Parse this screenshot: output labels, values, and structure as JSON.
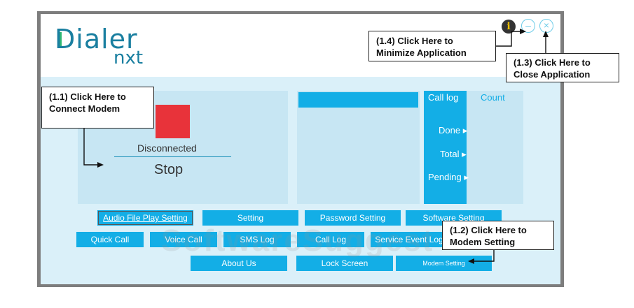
{
  "app": {
    "logo_main": "Dialer",
    "logo_sub": "nxt",
    "status": "Disconnected",
    "action": "Stop"
  },
  "window_controls": {
    "info_glyph": "i",
    "minimize_glyph": "–",
    "close_glyph": "×"
  },
  "call_log": {
    "header": "Call log",
    "count_header": "Count",
    "rows": [
      "Done",
      "Total",
      "Pending"
    ]
  },
  "buttons": {
    "row1": [
      "Audio File Play Setting",
      "Setting",
      "Password Setting",
      "Software Setting"
    ],
    "row2": [
      "Quick Call",
      "Voice Call",
      "SMS Log",
      "Call Log",
      "Service Event Log"
    ],
    "row3": [
      "About Us",
      "Lock Screen",
      "Modem Setting"
    ]
  },
  "callouts": {
    "connect_modem": [
      "(1.1) Click Here to",
      "Connect Modem"
    ],
    "modem_setting": [
      "(1.2) Click Here to",
      "Modem Setting"
    ],
    "close_app": [
      "(1.3) Click Here to",
      "Close Application"
    ],
    "minimize_app": [
      "(1.4) Click Here to",
      "Minimize Application"
    ]
  },
  "watermark": "SoftwareSuggest",
  "colors": {
    "accent": "#13aee6",
    "panel": "#c7e6f3",
    "background": "#daf0f9",
    "status_red": "#e8333a",
    "logo": "#1a7fa0"
  }
}
